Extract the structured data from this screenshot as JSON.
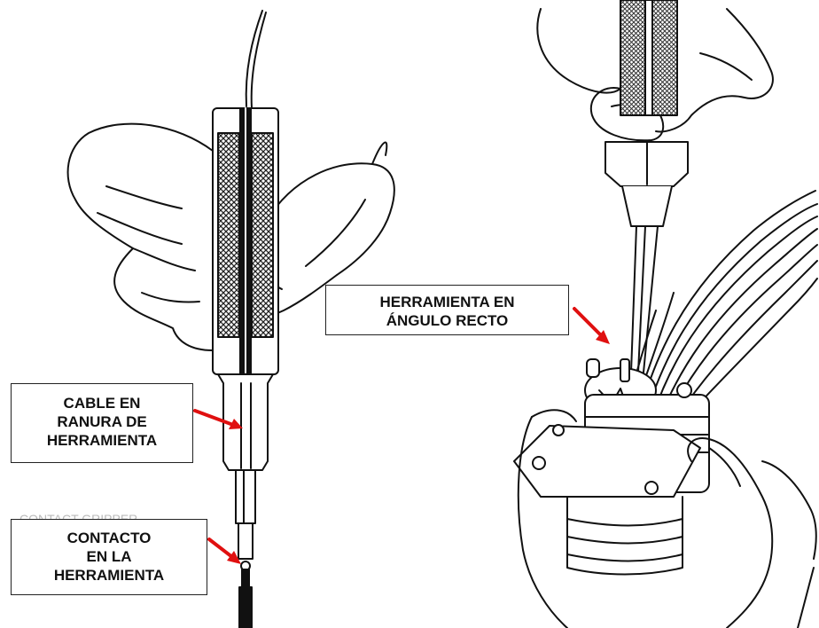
{
  "labels": {
    "cable_en_ranura": [
      "CABLE EN",
      "RANURA DE",
      "HERRAMIENTA"
    ],
    "contacto_en_herramienta": [
      "CONTACTO",
      "EN LA",
      "HERRAMIENTA"
    ],
    "herramienta_angulo_recto": [
      "HERRAMIENTA EN",
      "ÁNGULO RECTO"
    ]
  },
  "faint_text": {
    "contact_gripper": "CONTACT GRIPPER"
  },
  "colors": {
    "line_art": "#111111",
    "arrow": "#e01010",
    "background": "#ffffff"
  }
}
